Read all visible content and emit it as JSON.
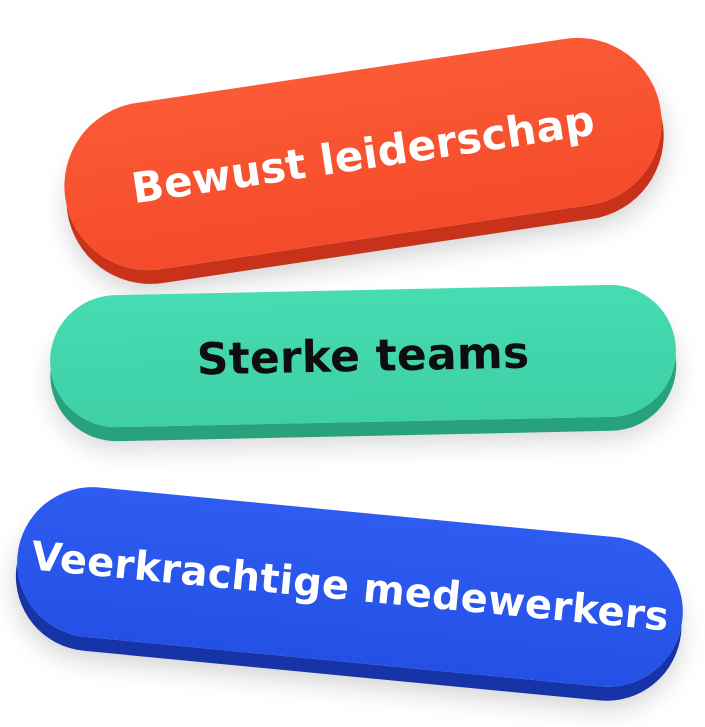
{
  "pills": [
    {
      "label": "Bewust leiderschap",
      "color": "#f44b2b",
      "text_color": "#ffffff"
    },
    {
      "label": "Sterke teams",
      "color": "#3ecfa5",
      "text_color": "#0e0e0e"
    },
    {
      "label": "Veerkrachtige medewerkers",
      "color": "#2450e6",
      "text_color": "#ffffff"
    }
  ]
}
